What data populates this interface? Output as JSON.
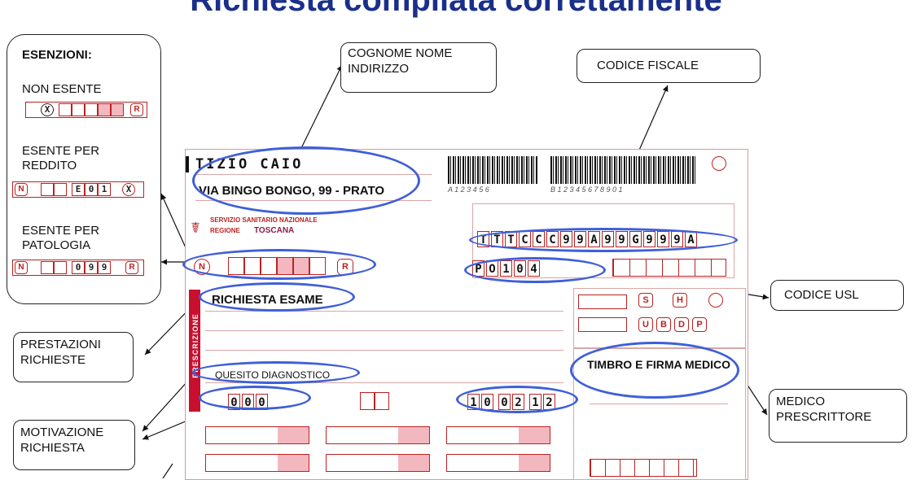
{
  "title": "Richiesta compilata correttamente",
  "side_panel": {
    "heading": "ESENZIONI:",
    "non_esente": "NON ESENTE",
    "esente_reddito": "ESENTE PER REDDITO",
    "esente_patologia": "ESENTE PER PATOLOGIA",
    "mini_non_esente": {
      "left_mark": "X",
      "right_mark": "R"
    },
    "mini_reddito": {
      "left_mark": "N",
      "code": [
        "E",
        "0",
        "1"
      ],
      "right_mark": "X"
    },
    "mini_patologia": {
      "left_mark": "N",
      "code": [
        "0",
        "9",
        "9"
      ],
      "right_mark": "R"
    }
  },
  "callouts": {
    "cognome": "COGNOME NOME INDIRIZZO",
    "codice_fiscale": "CODICE FISCALE",
    "codice_usl": "CODICE USL",
    "prestazioni": "PRESTAZIONI RICHIESTE",
    "medico": "MEDICO PRESCRITTORE",
    "motivazione": "MOTIVAZIONE RICHIESTA"
  },
  "form": {
    "nome": "TIZIO CAIO",
    "indirizzo": "VIA BINGO BONGO, 99 - PRATO",
    "barcode1": "A 1 2 3 4 5 6",
    "barcode2": "B 1 2 3 4 5 6 7 8 9 0 1",
    "servizio": "SERVIZIO SANITARIO NAZIONALE",
    "regione_label": "REGIONE",
    "regione": "TOSCANA",
    "codice_fiscale": [
      "T",
      "T",
      "T",
      "C",
      "C",
      "C",
      "9",
      "9",
      "A",
      "9",
      "9",
      "G",
      "9",
      "9",
      "9",
      "A"
    ],
    "codice_usl": [
      "P",
      "O",
      "1",
      "0",
      "4"
    ],
    "esenzione_n": "N",
    "esenzione_r": "R",
    "richiesta_esame": "RICHIESTA ESAME",
    "prescrizione": "PRESCRIZIONE",
    "quesito": "QUESITO DIAGNOSTICO",
    "numero_prestazioni": [
      "0",
      "0",
      "0"
    ],
    "data": [
      "1",
      "0",
      "0",
      "2",
      "1",
      "2"
    ],
    "timbro": "TIMBRO E FIRMA MEDICO",
    "priority_buttons": [
      "S",
      "H",
      "U",
      "B",
      "D",
      "P"
    ]
  },
  "colors": {
    "title": "#1a2f8a",
    "highlight": "#3f5fd8",
    "form_red": "#bb2222",
    "pink": "#f3b8bf"
  }
}
